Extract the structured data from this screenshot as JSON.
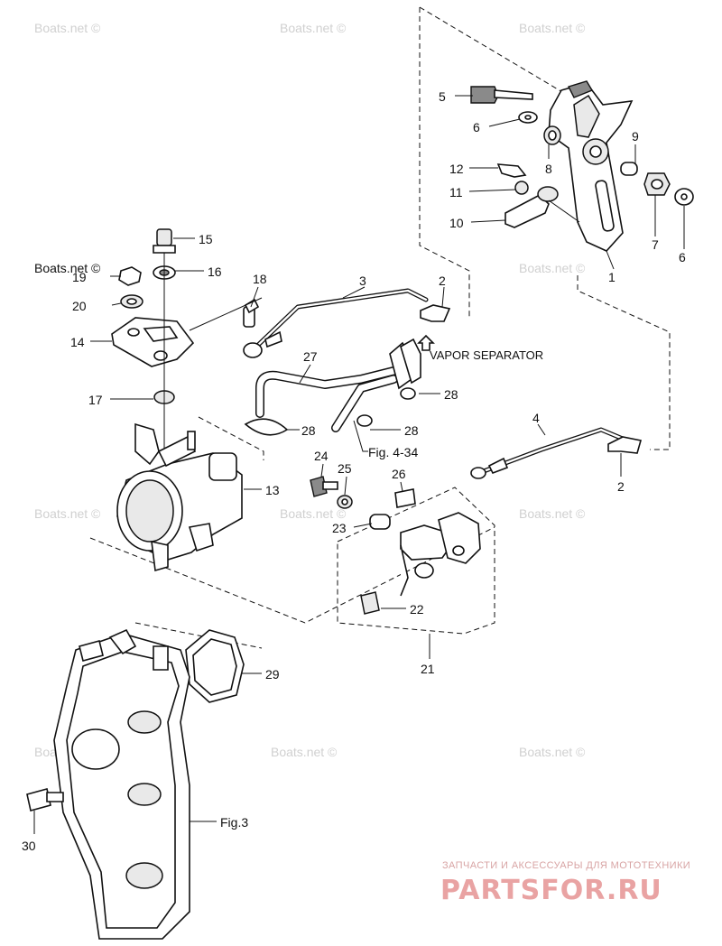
{
  "watermark": "Boats.net ©",
  "brand": {
    "tagline": "ЗАПЧАСТИ И АКСЕССУАРЫ ДЛЯ МОТОТЕХНИКИ",
    "name": "PARTSFOR.RU"
  },
  "callouts": {
    "c1": "1",
    "c2a": "2",
    "c2b": "2",
    "c3": "3",
    "c4": "4",
    "c5": "5",
    "c6a": "6",
    "c6b": "6",
    "c7": "7",
    "c8": "8",
    "c9": "9",
    "c10": "10",
    "c11": "11",
    "c12": "12",
    "c13": "13",
    "c14": "14",
    "c15": "15",
    "c16": "16",
    "c17": "17",
    "c18": "18",
    "c19": "19",
    "c20": "20",
    "c21": "21",
    "c22": "22",
    "c23": "23",
    "c24": "24",
    "c25": "25",
    "c26": "26",
    "c27": "27",
    "c28a": "28",
    "c28b": "28",
    "c28c": "28",
    "c29": "29",
    "c30": "30"
  },
  "references": {
    "vapor": "VAPOR SEPARATOR",
    "fig434": "Fig. 4-34",
    "fig3": "Fig.3"
  }
}
